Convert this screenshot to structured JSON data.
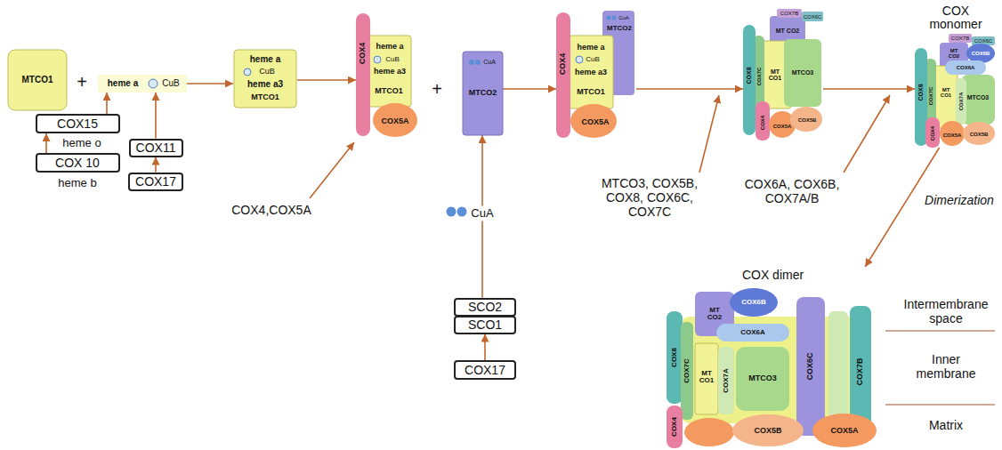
{
  "diagram": {
    "nodes": [
      {
        "text": [
          "MTCO1"
        ]
      },
      {
        "text": [
          "heme a",
          "CuB"
        ]
      },
      {
        "text": [
          "COX15"
        ]
      },
      {
        "text": [
          "COX 10"
        ]
      },
      {
        "text": [
          "COX11"
        ]
      },
      {
        "text": [
          "COX17"
        ]
      },
      {
        "text": [
          "heme a",
          "CuB",
          "heme a3",
          "MTCO1"
        ]
      },
      {
        "text": [
          "COX4",
          "heme a",
          "CuB",
          "heme a3",
          "MTCO1",
          "COX5A"
        ]
      },
      {
        "text": [
          "CuA",
          "MTCO2"
        ]
      },
      {
        "text": [
          "SCO2"
        ]
      },
      {
        "text": [
          "SCO1"
        ]
      },
      {
        "text": [
          "COX17"
        ]
      },
      {
        "text": [
          "COX4",
          "MTCO2",
          "CuA",
          "heme a",
          "CuB",
          "heme a3",
          "MTCO1",
          "COX5A"
        ]
      },
      {
        "text": [
          "COX7B",
          "COX6C",
          "MT CO2",
          "COX8",
          "COX7C",
          "MT CO1",
          "MTCO3",
          "COX4",
          "COX5A",
          "COX5B"
        ]
      },
      {
        "text": [
          "COX monomer",
          "COX7B",
          "COX6C",
          "MT CO2",
          "COX6B",
          "COX6A",
          "COX8",
          "COX7C",
          "MT CO1",
          "COX7A",
          "MTCO3",
          "COX4",
          "COX5A",
          "COX5B"
        ]
      },
      {
        "text": [
          "COX dimer",
          "MT CO2",
          "COX6B",
          "COX6A",
          "COX8",
          "COX7C",
          "MT CO1",
          "COX7A",
          "MTCO3",
          "COX6C",
          "COX7B",
          "COX4",
          "COX5B",
          "COX5A"
        ]
      }
    ],
    "edges": [
      {
        "from": 2,
        "to": 1,
        "arrow": "to"
      },
      {
        "from": 3,
        "to": 2,
        "arrow": "to"
      },
      {
        "from": 5,
        "to": 4,
        "arrow": "to"
      },
      {
        "from": 4,
        "to": 1,
        "arrow": "to"
      },
      {
        "from": 1,
        "to": 6,
        "arrow": "to"
      },
      {
        "from": 6,
        "to": 7,
        "arrow": "to"
      },
      {
        "from": 11,
        "to": 10,
        "arrow": "to"
      },
      {
        "from": 9,
        "to": 8,
        "arrow": "to"
      },
      {
        "from": 8,
        "to": 12,
        "arrow": "to"
      },
      {
        "from": 12,
        "to": 13,
        "arrow": "to"
      },
      {
        "from": 13,
        "to": 14,
        "arrow": "to"
      },
      {
        "from": 14,
        "to": 15,
        "arrow": "to"
      }
    ],
    "labels": [
      "+",
      "heme o",
      "heme b",
      "COX4,COX5A",
      "+",
      "CuA",
      "MTCO3, COX5B, COX8, COX6C, COX7C",
      "COX6A, COX6B, COX7A/B",
      "Dimerization",
      "Intermembrane space",
      "Inner membrane",
      "Matrix"
    ]
  }
}
